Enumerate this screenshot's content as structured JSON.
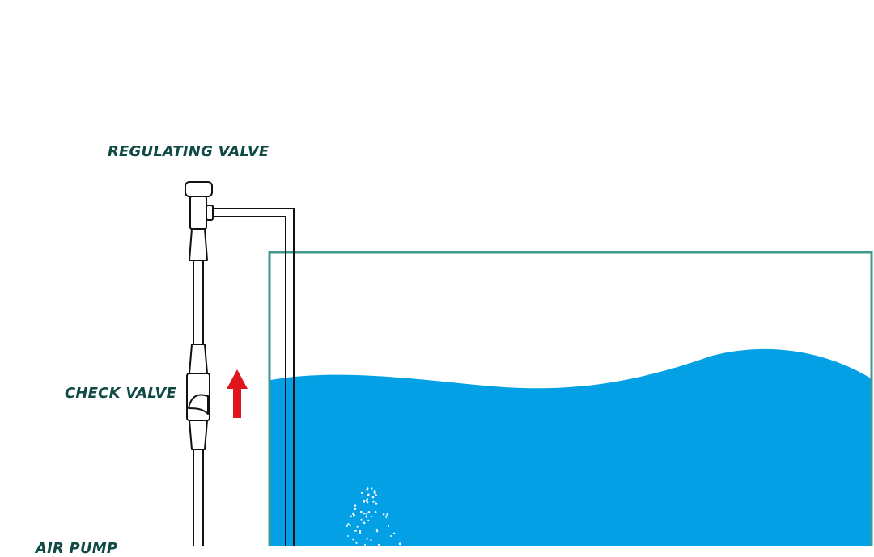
{
  "labels": {
    "regulating_valve": "REGULATING VALVE",
    "check_valve": "CHECK VALVE",
    "bottom_cut_label": "AIR PUMP"
  },
  "icons": {
    "flow_direction": "up-arrow-icon",
    "regulating_valve": "regulating-valve-icon",
    "check_valve": "check-valve-icon"
  },
  "colors": {
    "label_text": "#0f4a45",
    "tank_outline": "#3f9a8c",
    "water": "#03a0e6",
    "tube": "#111111",
    "arrow": "#e0161c",
    "bubbles": "#ffffff"
  }
}
